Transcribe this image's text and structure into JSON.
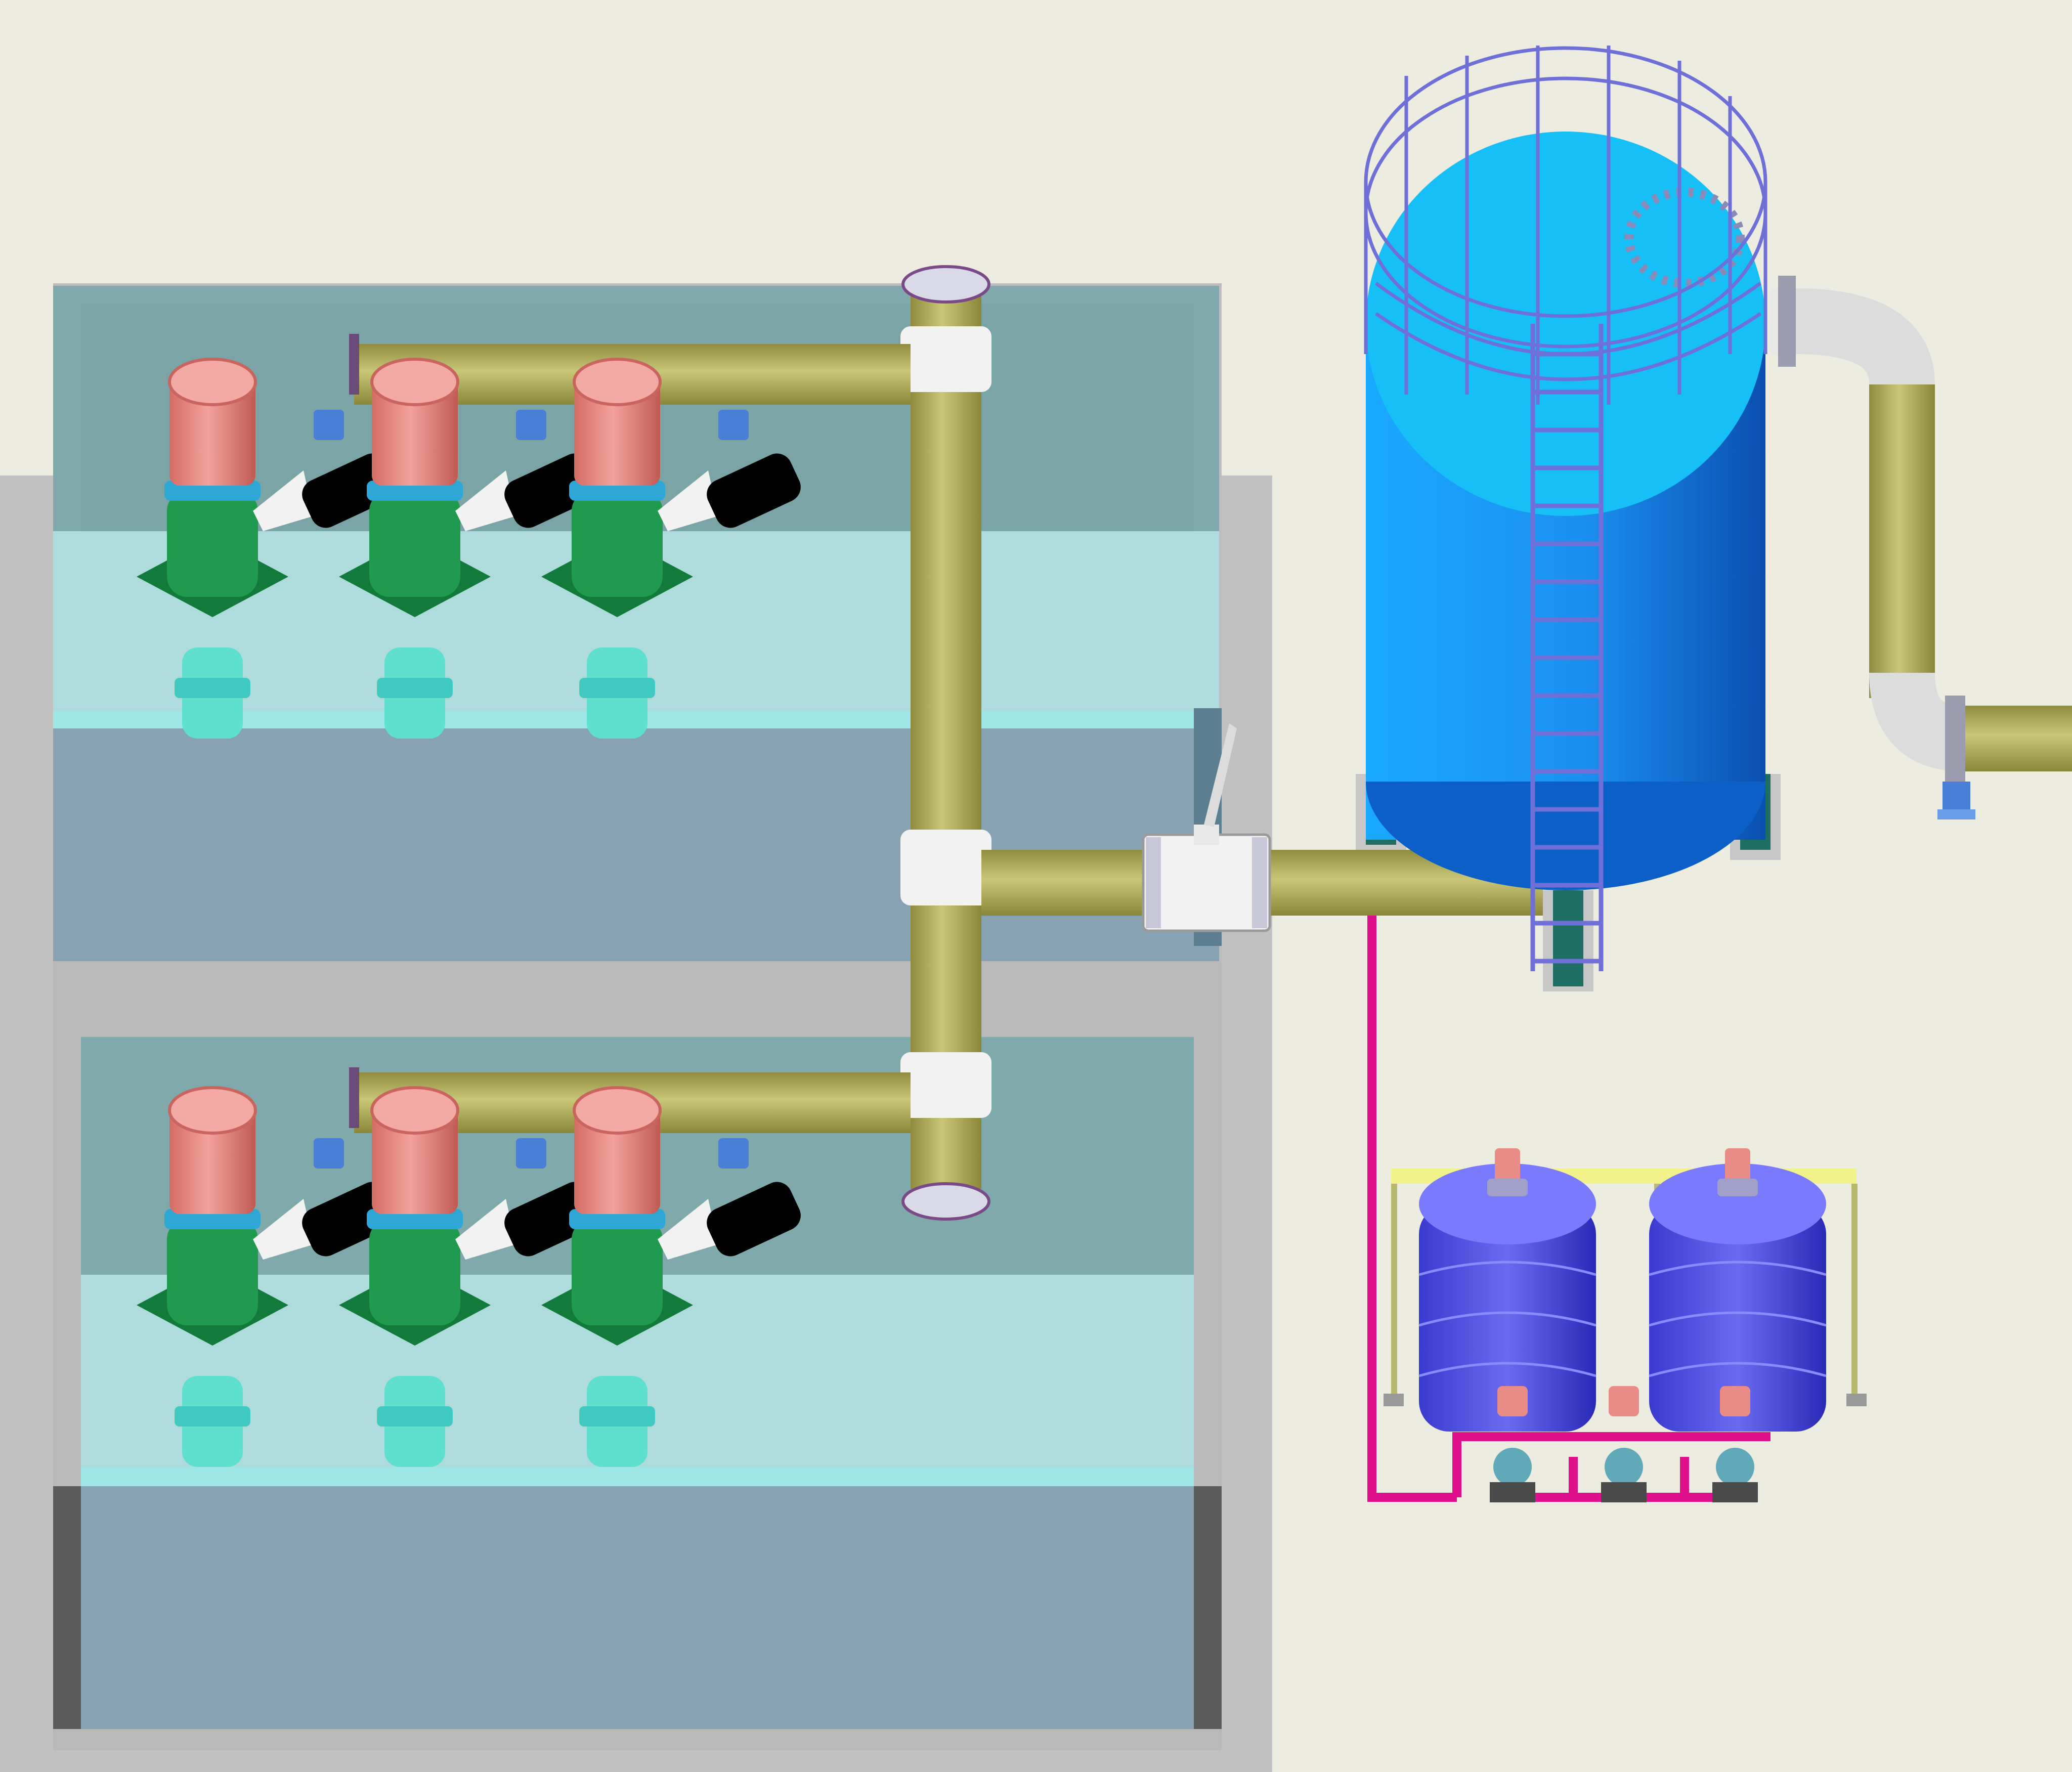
{
  "palette": {
    "background": "#ecece0",
    "concrete": "#c1c1c1",
    "concrete_dark": "#5a5a5a",
    "water_upper": "#7fa9aa",
    "water_lower": "#aedcdd",
    "water_deep": "#87a2b2",
    "pipe_olive": "#a4a052",
    "pipe_olive_light": "#c9c777",
    "motor_pink": "#e98c87",
    "motor_pink_dark": "#c9645e",
    "pump_green": "#1f9a4e",
    "pump_green_dark": "#127a3a",
    "pump_teal": "#5fe0cf",
    "fitting_white": "#f2f2f2",
    "tank_blue": "#1a8ff0",
    "tank_blue_dark": "#0a4fb0",
    "tank_top": "#16bff5",
    "railing_purple": "#6f6fd8",
    "dosing_tank": "#4a4ae0",
    "dosing_pipe": "#e0108c",
    "frame_yellow": "#f2f28a",
    "valve_blue": "#4a7fd8"
  },
  "pump_rows": [
    {
      "name": "upper-pump-row",
      "pump_count": 3
    },
    {
      "name": "lower-pump-row",
      "pump_count": 3
    }
  ],
  "dosing_tanks": 2,
  "dosing_pumps": 3
}
